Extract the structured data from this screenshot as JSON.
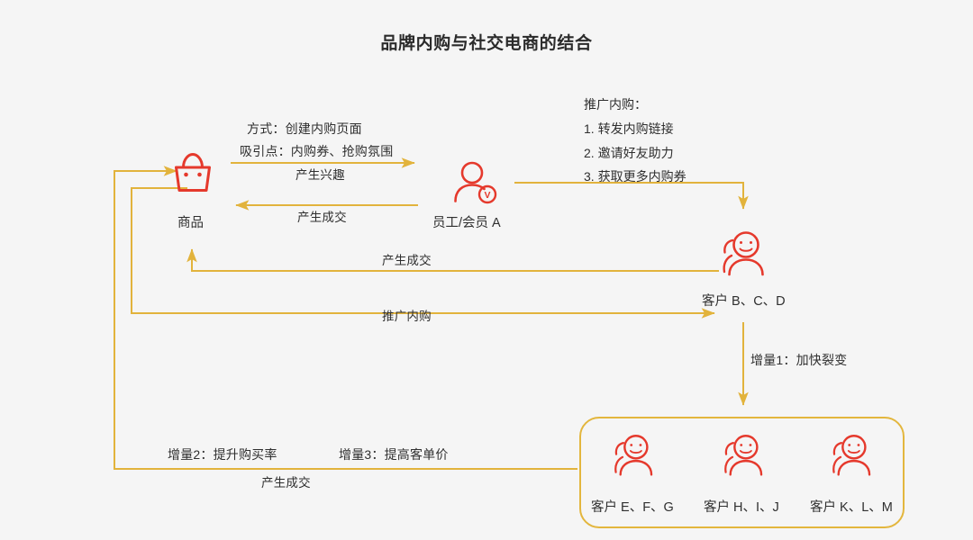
{
  "page": {
    "title": "品牌内购与社交电商的结合",
    "background_color": "#f5f5f5",
    "accent_arrow_color": "#e2b33c",
    "accent_icon_color": "#e5392c",
    "text_color": "#2f2f2f"
  },
  "nodes": {
    "product": {
      "label": "商品",
      "icon": "shopping-bag-icon"
    },
    "member": {
      "label": "员工/会员 A",
      "icon": "vip-member-icon",
      "badge": "V"
    },
    "customer_bcd": {
      "label": "客户 B、C、D",
      "icon": "customer-group-icon"
    },
    "group_customers": [
      {
        "label": "客户 E、F、G",
        "icon": "customer-group-icon"
      },
      {
        "label": "客户 H、I、J",
        "icon": "customer-group-icon"
      },
      {
        "label": "客户 K、L、M",
        "icon": "customer-group-icon"
      }
    ]
  },
  "annotations": {
    "method_line": "方式：创建内购页面",
    "hook_line": "吸引点：内购券、抢购氛围",
    "promo_heading": "推广内购：",
    "promo_steps": [
      "1. 转发内购链接",
      "2. 邀请好友助力",
      "3. 获取更多内购券"
    ],
    "increment_1": "增量1：加快裂变",
    "increment_2": "增量2：提升购买率",
    "increment_3": "增量3：提高客单价"
  },
  "edges": {
    "interest": "产生兴趣",
    "deal_member_to_product": "产生成交",
    "deal_customer_to_product": "产生成交",
    "promote_to_customers": "推广内购",
    "deal_bottom": "产生成交"
  }
}
